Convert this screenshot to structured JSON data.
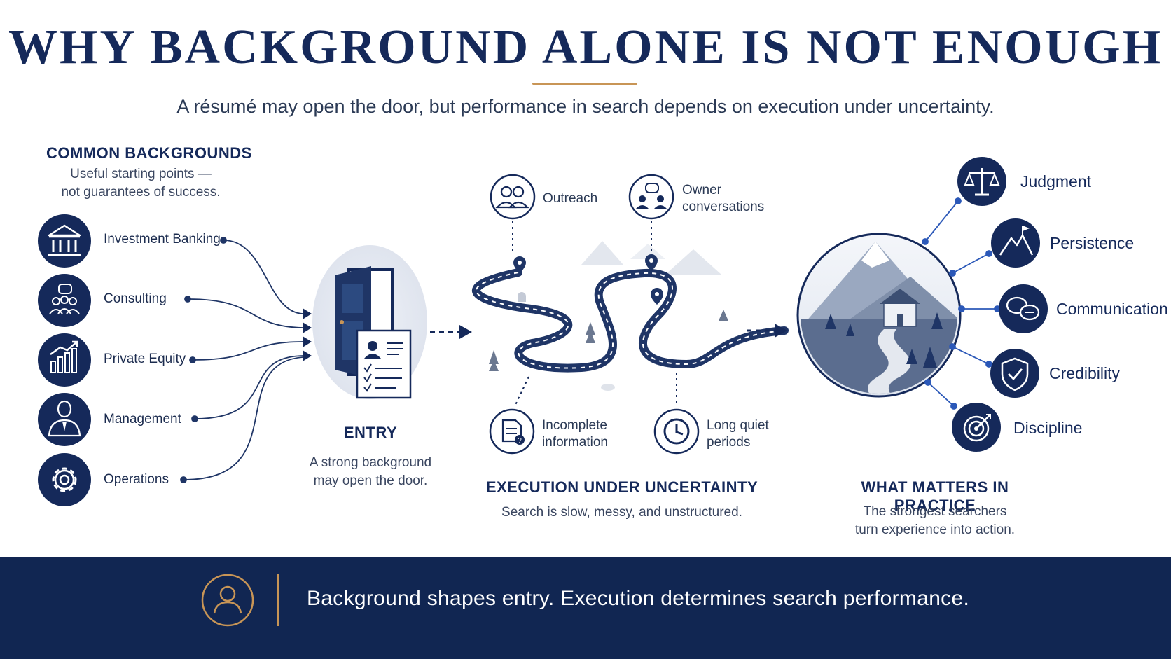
{
  "header": {
    "title": "WHY BACKGROUND ALONE IS NOT ENOUGH",
    "subtitle": "A résumé may open the door, but performance in search depends on execution under uncertainty."
  },
  "backgrounds": {
    "heading": "COMMON BACKGROUNDS",
    "description_line1": "Useful starting points —",
    "description_line2": "not guarantees of success.",
    "items": [
      {
        "label": "Investment Banking",
        "icon": "bank-icon"
      },
      {
        "label": "Consulting",
        "icon": "team-discussion-icon"
      },
      {
        "label": "Private Equity",
        "icon": "growth-chart-icon"
      },
      {
        "label": "Management",
        "icon": "manager-icon"
      },
      {
        "label": "Operations",
        "icon": "gear-icon"
      }
    ]
  },
  "entry": {
    "heading": "ENTRY",
    "description_line1": "A strong background",
    "description_line2": "may open the door."
  },
  "execution": {
    "heading": "EXECUTION UNDER UNCERTAINTY",
    "description": "Search is slow, messy, and unstructured.",
    "nodes": {
      "outreach": "Outreach",
      "owner_line1": "Owner",
      "owner_line2": "conversations",
      "incomplete_line1": "Incomplete",
      "incomplete_line2": "information",
      "quiet_line1": "Long quiet",
      "quiet_line2": "periods"
    }
  },
  "practice": {
    "heading": "WHAT MATTERS IN PRACTICE",
    "description_line1": "The strongest searchers",
    "description_line2": "turn experience into action.",
    "traits": [
      {
        "label": "Judgment",
        "icon": "scales-icon"
      },
      {
        "label": "Persistence",
        "icon": "mountain-flag-icon"
      },
      {
        "label": "Communication",
        "icon": "speech-bubbles-icon"
      },
      {
        "label": "Credibility",
        "icon": "shield-check-icon"
      },
      {
        "label": "Discipline",
        "icon": "target-icon"
      }
    ]
  },
  "footer": {
    "message": "Background shapes entry. Execution determines search performance.",
    "icon": "person-icon"
  },
  "colors": {
    "navy": "#15295a",
    "footer_navy": "#112652",
    "gold": "#c89556",
    "connector_blue": "#2b58b8"
  }
}
